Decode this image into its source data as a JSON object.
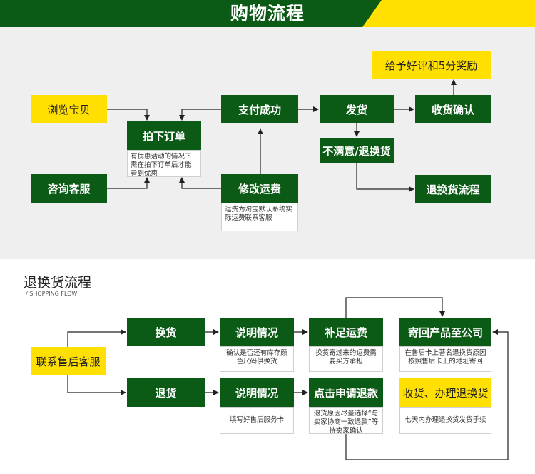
{
  "header": {
    "title": "购物流程"
  },
  "top": {
    "browse": "浏览宝贝",
    "consult": "咨询客服",
    "order": "拍下订单",
    "order_note": "有优惠活动的情况下需在拍下订单后才能看到优惠",
    "paid": "支付成功",
    "modify": "修改运费",
    "modify_note": "运费为淘宝默认系统实际运费联系客服",
    "ship": "发货",
    "confirm": "收货确认",
    "reward": "给予好评和5分奖励",
    "unhappy": "不满意/退换货",
    "return_flow": "退换货流程"
  },
  "bottom": {
    "section_title": "退换货流程",
    "section_subtitle": "/ SHOPPING FLOW",
    "service": "联系售后客服",
    "exchange": "换货",
    "refund": "退货",
    "explain1": "说明情况",
    "explain1_note": "确认是否还有库存颜色尺码供换货",
    "explain2": "说明情况",
    "explain2_note": "填写好售后服务卡",
    "shipping_fee": "补足运费",
    "shipping_fee_note": "换货寄过来的运费需要买方承担",
    "apply_refund": "点击申请退款",
    "apply_refund_note": "退货原因尽量选择“与卖家协商一致退款”等待卖家确认",
    "send_back": "寄回产品至公司",
    "send_back_note": "在售后卡上著名退换货原因按照售后卡上的地址寄回",
    "finish": "收货、办理退换货",
    "finish_note": "七天内办理退换货发货手续"
  }
}
